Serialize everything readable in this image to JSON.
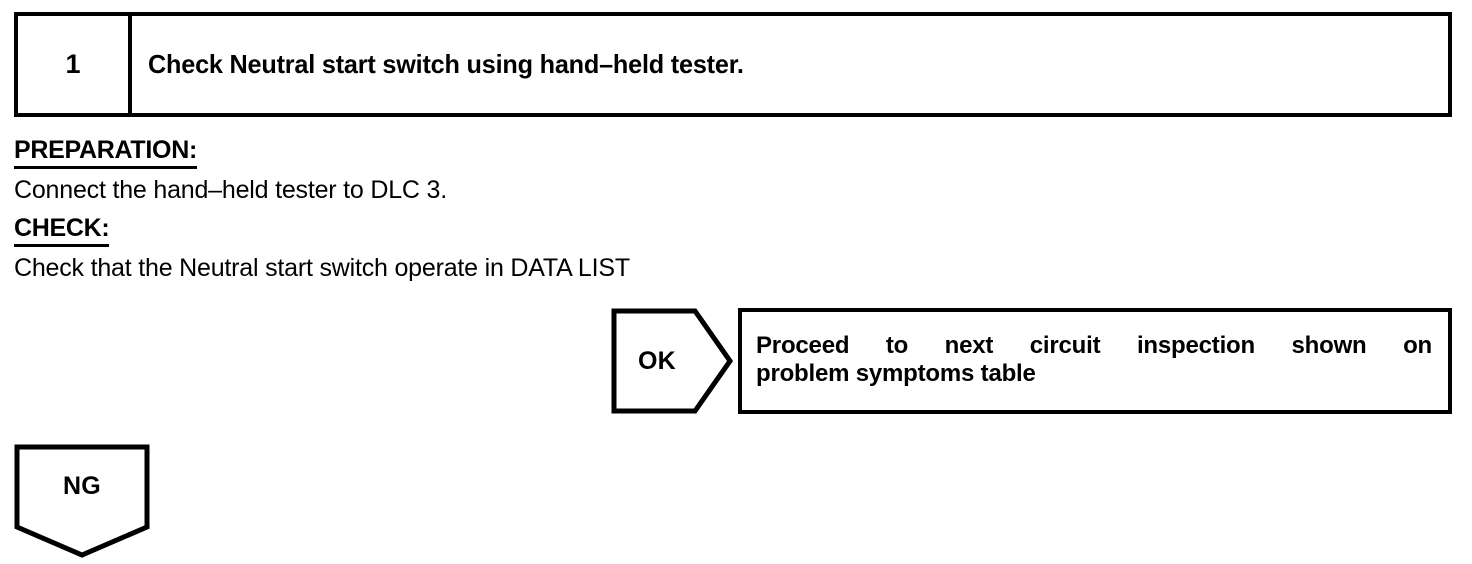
{
  "step": {
    "number": "1",
    "title": "Check Neutral start switch using hand–held tester."
  },
  "details": {
    "preparation_label": "PREPARATION:",
    "preparation_text": "Connect the hand–held tester to DLC 3.",
    "check_label": "CHECK:",
    "check_text": "Check that the Neutral start switch operate in DATA LIST"
  },
  "branches": {
    "ok": {
      "tag": "OK",
      "result_line_1": "Proceed to next circuit inspection shown on",
      "result_line_2": "problem symptoms table"
    },
    "ng": {
      "tag": "NG"
    }
  },
  "colors": {
    "ink": "#000000",
    "paper": "#ffffff"
  }
}
